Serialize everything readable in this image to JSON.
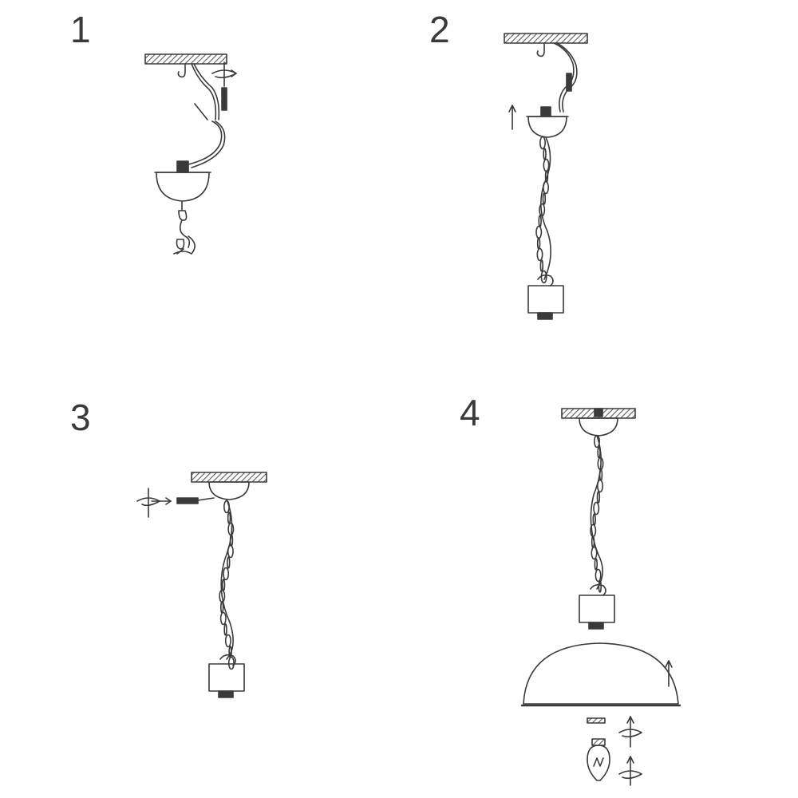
{
  "steps": [
    {
      "number": "1"
    },
    {
      "number": "2"
    },
    {
      "number": "3"
    },
    {
      "number": "4"
    }
  ],
  "colors": {
    "line": "#3a3a3a",
    "hatch": "#707070",
    "background": "#ffffff"
  }
}
